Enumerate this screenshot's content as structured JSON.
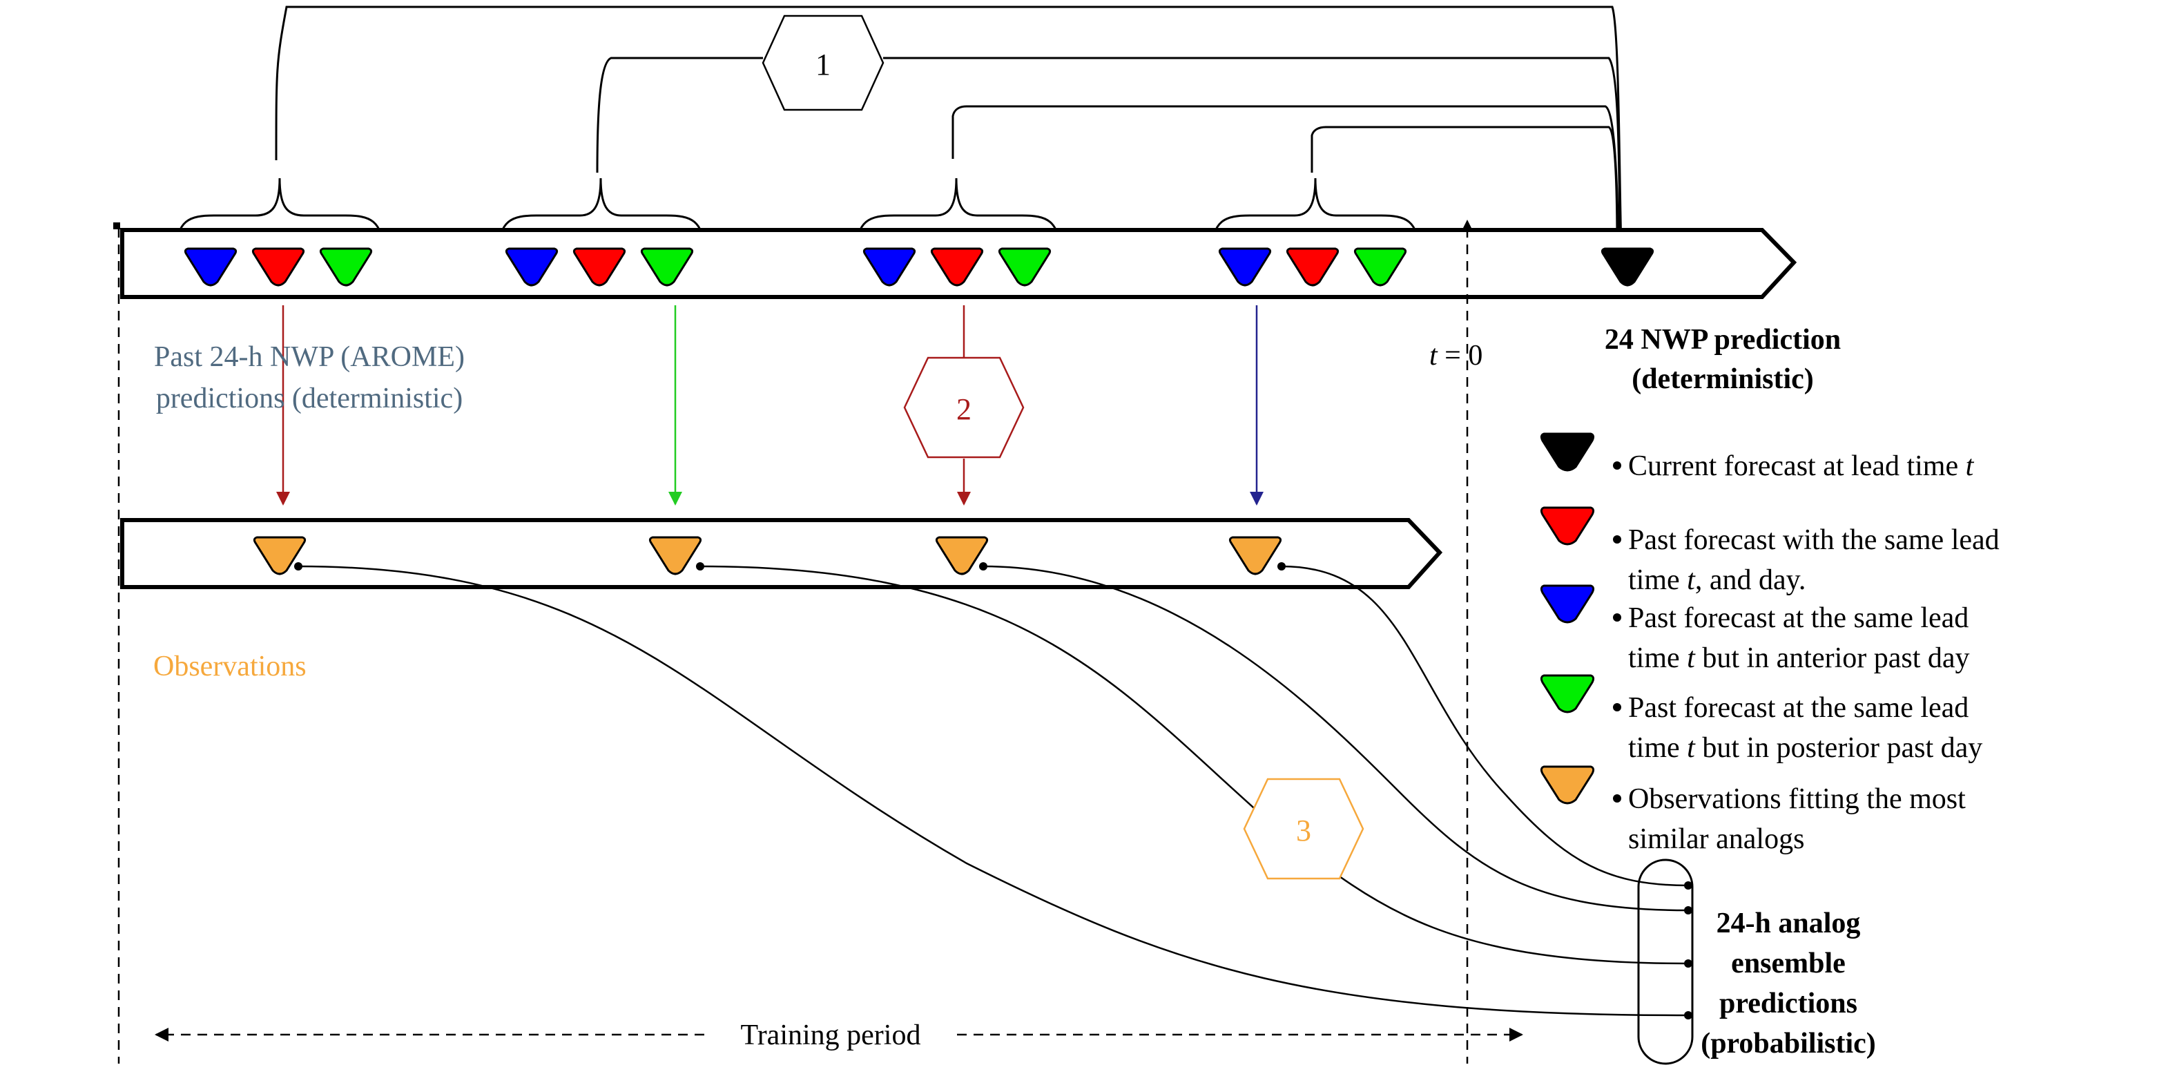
{
  "hexagons": {
    "step1": "1",
    "step2": "2",
    "step3": "3"
  },
  "labels": {
    "past_nwp_line1": "Past 24-h NWP (AROME)",
    "past_nwp_line2": "predictions (deterministic)",
    "observations": "Observations",
    "t_zero_prefix": "t",
    "t_zero_suffix": " = 0",
    "current_nwp_line1": "24 NWP prediction",
    "current_nwp_line2": "(deterministic)",
    "ensemble_line1": "24-h analog",
    "ensemble_line2": "ensemble",
    "ensemble_line3": "predictions",
    "ensemble_line4": "(probabilistic)",
    "training_period": "Training period"
  },
  "legend": [
    {
      "color": "#000000",
      "lines": [
        {
          "pre": "Current forecast at lead time ",
          "it": "t",
          "post": ""
        }
      ]
    },
    {
      "color": "#ff0000",
      "lines": [
        {
          "pre": "Past forecast with the same lead",
          "it": "",
          "post": ""
        },
        {
          "pre": "time ",
          "it": "t",
          "post": ", and day."
        }
      ]
    },
    {
      "color": "#0000ff",
      "lines": [
        {
          "pre": "Past forecast at the same lead",
          "it": "",
          "post": ""
        },
        {
          "pre": "time ",
          "it": "t",
          "post": " but in anterior past day"
        }
      ]
    },
    {
      "color": "#00ee00",
      "lines": [
        {
          "pre": "Past forecast at the same lead",
          "it": "",
          "post": ""
        },
        {
          "pre": "time ",
          "it": "t",
          "post": " but in posterior past day"
        }
      ]
    },
    {
      "color": "#f6a83c",
      "lines": [
        {
          "pre": "Observations fitting the most",
          "it": "",
          "post": ""
        },
        {
          "pre": "similar analogs",
          "it": "",
          "post": ""
        }
      ]
    }
  ],
  "colors": {
    "blue": "#0000ff",
    "red": "#ff0000",
    "green": "#00ee00",
    "orange": "#f6a83c",
    "black": "#000000",
    "dark_red": "#a81b1b",
    "dark_blue": "#23238f",
    "slate_label": "#506a80"
  }
}
